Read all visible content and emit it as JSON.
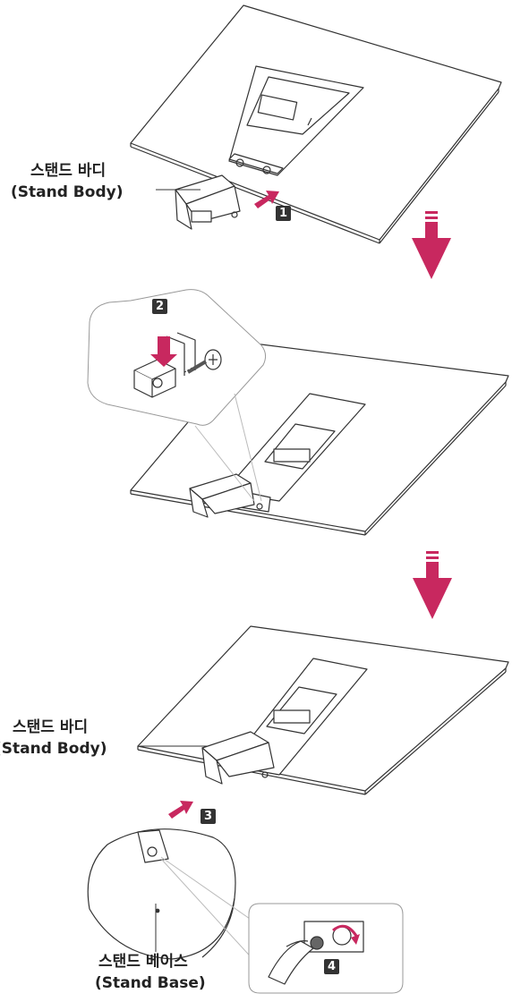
{
  "colors": {
    "accent": "#c8285f",
    "line": "#333333",
    "badge": "#333333"
  },
  "labels": {
    "stand_body_ko": "스탠드 바디",
    "stand_body_en": "(Stand Body)",
    "stand_base_ko": "스탠드 베이스",
    "stand_base_en": "(Stand Base)"
  },
  "steps": [
    "1",
    "2",
    "3",
    "4"
  ]
}
